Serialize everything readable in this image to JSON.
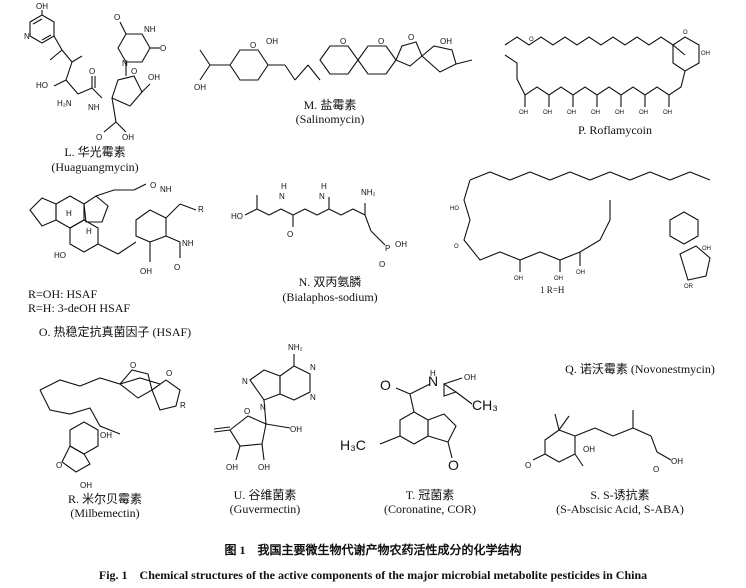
{
  "compounds": {
    "L": {
      "name_cn": "L. 华光霉素",
      "name_en": "(Huaguangmycin)"
    },
    "M": {
      "name_cn": "M. 盐霉素",
      "name_en": "(Salinomycin)"
    },
    "P": {
      "name_cn": "P. Roflamycoin"
    },
    "O": {
      "variant1": "R=OH: HSAF",
      "variant2": "R=H: 3-deOH HSAF",
      "name_cn": "O. 热稳定抗真菌因子 (HSAF)"
    },
    "N": {
      "name_cn": "N. 双丙氨膦",
      "name_en": "(Bialaphos-sodium)"
    },
    "Q": {
      "name_cn": "Q. 诺沃霉素 (Novonestmycin)",
      "r_def": "1 R=H"
    },
    "R": {
      "name_cn": "R. 米尔贝霉素",
      "name_en": "(Milbemectin)"
    },
    "U": {
      "name_cn": "U. 谷维菌素",
      "name_en": "(Guvermectin)"
    },
    "T": {
      "name_cn": "T. 冠菌素",
      "name_en": "(Coronatine, COR)"
    },
    "S": {
      "name_cn": "S. S-诱抗素",
      "name_en": "(S-Abscisic Acid, S-ABA)"
    }
  },
  "atoms": {
    "oh": "OH",
    "ho": "HO",
    "o": "O",
    "nh": "NH",
    "h2n": "H2N",
    "nh2": "NH2",
    "h": "H",
    "n": "N",
    "r": "R",
    "p": "P",
    "ch3": "CH3",
    "h3c": "H3C",
    "or": "OR"
  },
  "caption": {
    "cn": "图 1　我国主要微生物代谢产物农药活性成分的化学结构",
    "en": "Fig. 1　Chemical structures of the active components of the major microbial metabolite pesticides in China"
  }
}
